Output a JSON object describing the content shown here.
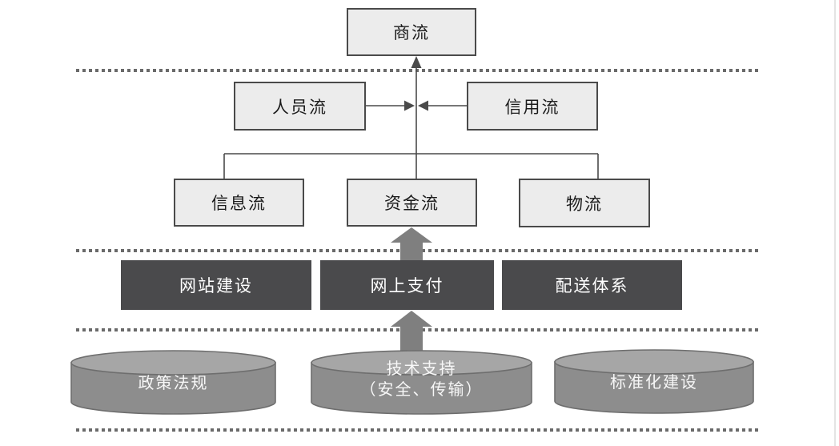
{
  "diagram_title": "e-commerce flow structure diagram",
  "colors": {
    "light_box_fill": "#ececec",
    "box_border": "#4a4a4a",
    "dark_box_fill": "#4a4a4c",
    "dark_box_text": "#ffffff",
    "thick_arrow": "#7f7f7f",
    "cylinder_body": "#8d8d8d",
    "cylinder_top": "#a6a6a6",
    "cylinder_border": "#6e6e6e",
    "dotted_line": "#6a6a6a",
    "connector_line": "#4a4a4a"
  },
  "top_layer": {
    "commerce_flow": "商流"
  },
  "flow_layer": {
    "personnel_flow": "人员流",
    "credit_flow": "信用流"
  },
  "mid_layer": {
    "information_flow": "信息流",
    "capital_flow": "资金流",
    "logistics": "物流"
  },
  "platform_layer": {
    "website_construction": "网站建设",
    "online_payment": "网上支付",
    "distribution_system": "配送体系"
  },
  "foundation_layer": {
    "policy_regulations": "政策法规",
    "technical_support": "技术支持",
    "technical_support_sub": "（安全、传输）",
    "standardization": "标准化建设"
  }
}
